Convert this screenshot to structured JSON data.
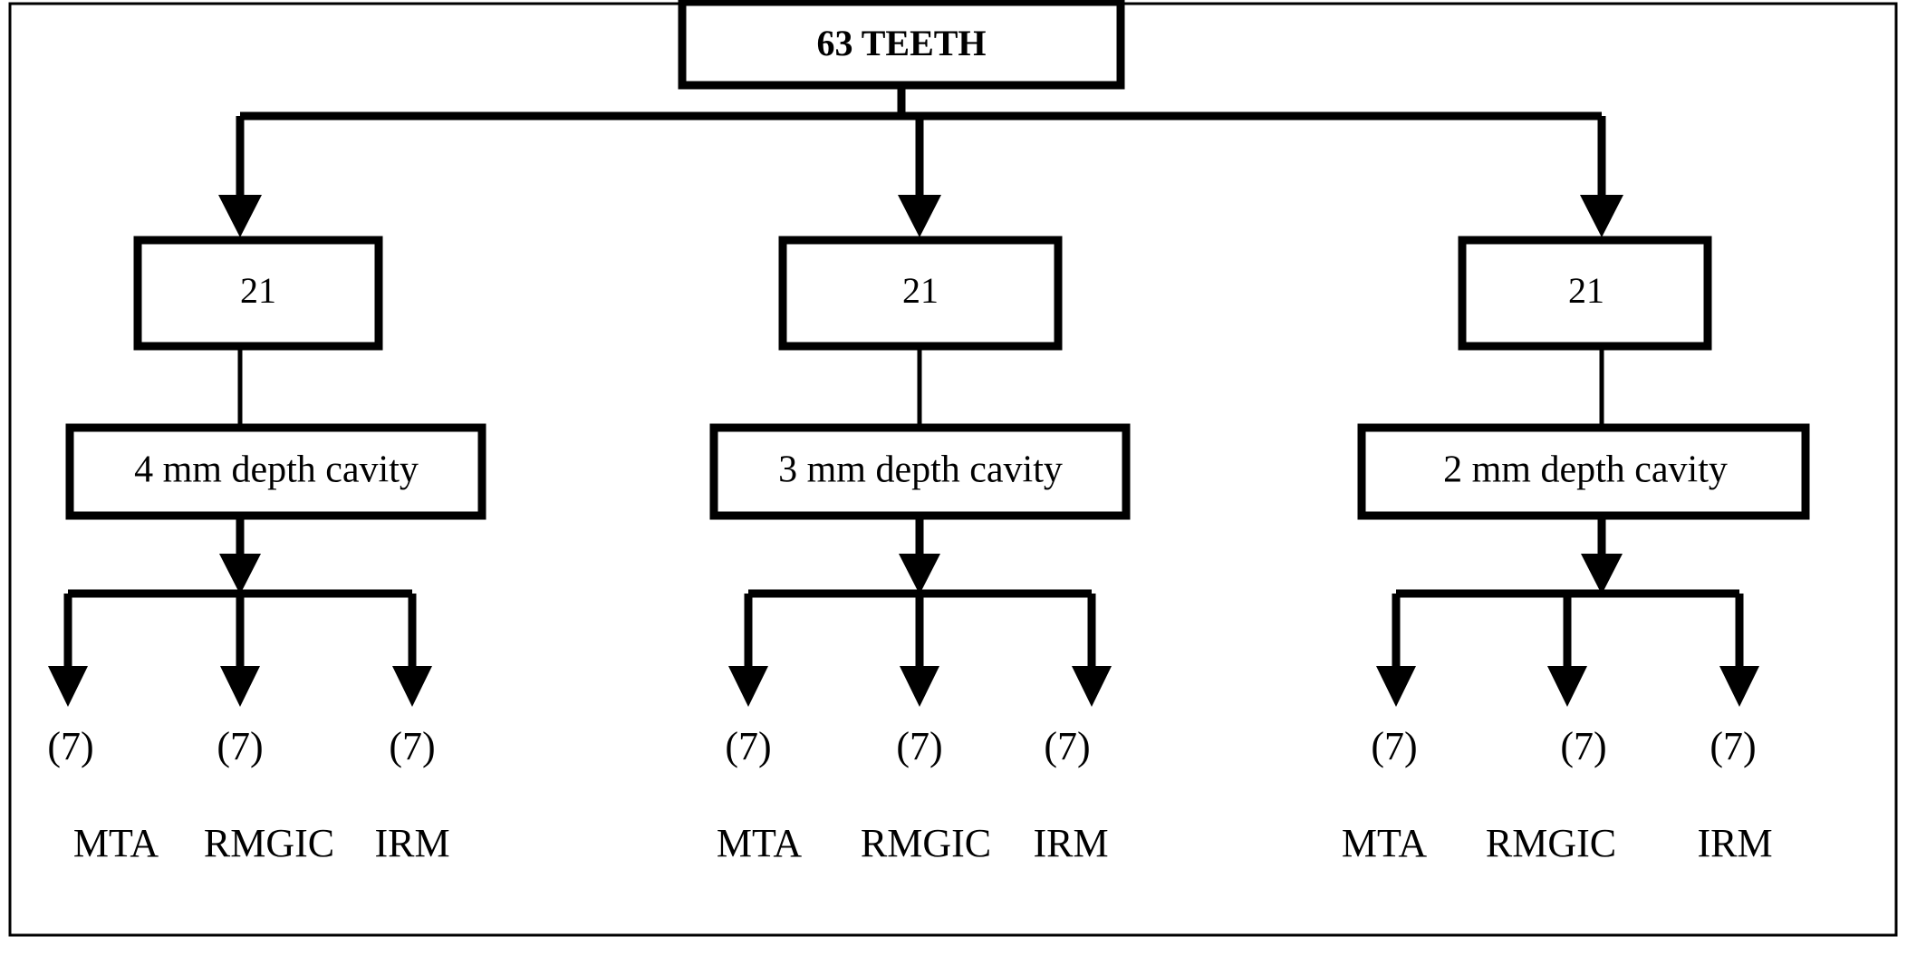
{
  "diagram": {
    "type": "flowchart",
    "title": "63 TEETH",
    "root": {
      "label": "63 TEETH",
      "count": 63
    },
    "groups": [
      {
        "id": "group-1",
        "count_label": "21",
        "count": 21,
        "cavity_label": "4 mm depth cavity",
        "cavity_depth_mm": 4,
        "leaves": [
          {
            "count_label": "(7)",
            "count": 7,
            "material": "MTA"
          },
          {
            "count_label": "(7)",
            "count": 7,
            "material": "RMGIC"
          },
          {
            "count_label": "(7)",
            "count": 7,
            "material": "IRM"
          }
        ]
      },
      {
        "id": "group-2",
        "count_label": "21",
        "count": 21,
        "cavity_label": "3 mm depth cavity",
        "cavity_depth_mm": 3,
        "leaves": [
          {
            "count_label": "(7)",
            "count": 7,
            "material": "MTA"
          },
          {
            "count_label": "(7)",
            "count": 7,
            "material": "RMGIC"
          },
          {
            "count_label": "(7)",
            "count": 7,
            "material": "IRM"
          }
        ]
      },
      {
        "id": "group-3",
        "count_label": "21",
        "count": 21,
        "cavity_label": "2 mm depth cavity",
        "cavity_depth_mm": 2,
        "leaves": [
          {
            "count_label": "(7)",
            "count": 7,
            "material": "MTA"
          },
          {
            "count_label": "(7)",
            "count": 7,
            "material": "RMGIC"
          },
          {
            "count_label": "(7)",
            "count": 7,
            "material": "IRM"
          }
        ]
      }
    ],
    "colors": {
      "stroke": "#000000",
      "fill": "#ffffff",
      "text": "#000000"
    }
  }
}
